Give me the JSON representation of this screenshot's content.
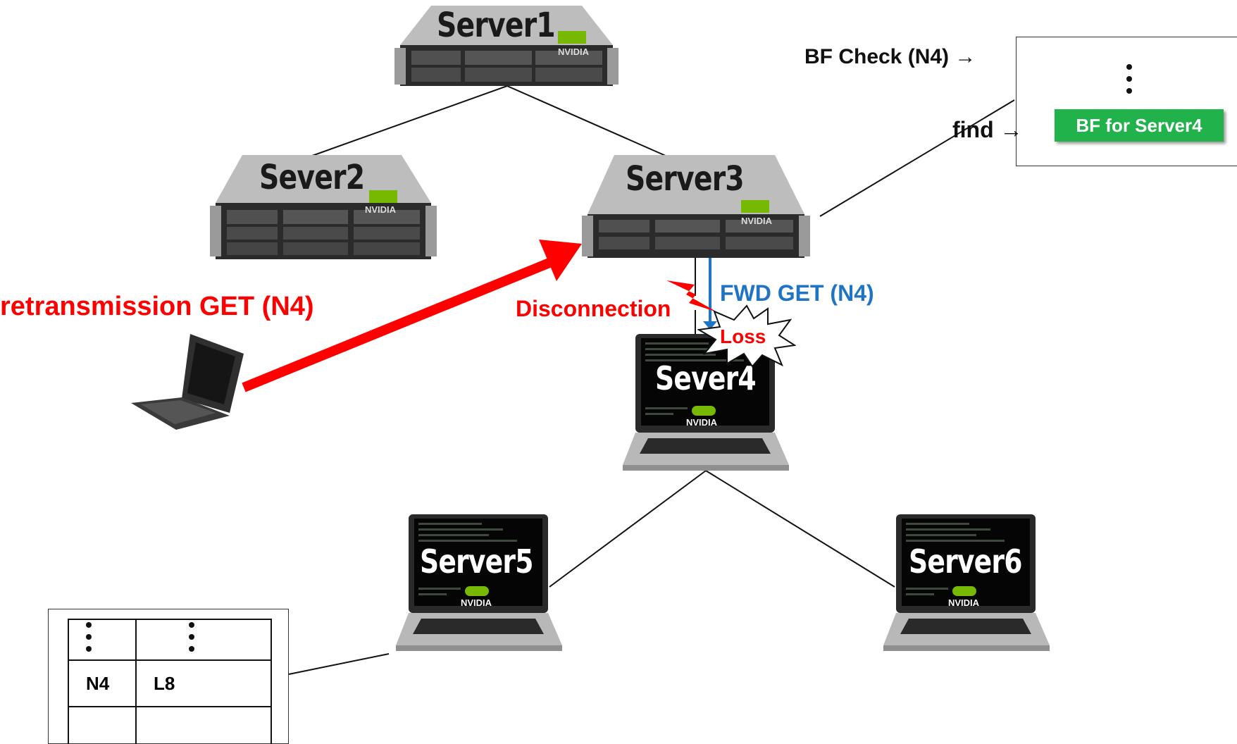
{
  "nodes": {
    "server1": "Server1",
    "server2": "Sever2",
    "server3": "Server3",
    "server4": "Sever4",
    "server5": "Server5",
    "server6": "Server6",
    "brand": "NVIDIA"
  },
  "labels": {
    "bf_check": "BF Check (N4) →",
    "find": "find →",
    "bf_entry": "BF for Server4",
    "retransmission": "retransmission GET (N4)",
    "disconnection": "Disconnection",
    "fwd_get": "FWD GET (N4)",
    "loss": "Loss"
  },
  "table": {
    "rows": [
      [
        "⋮",
        "⋮"
      ],
      [
        "N4",
        "L8"
      ],
      [
        "",
        ""
      ]
    ]
  },
  "colors": {
    "alert_red": "#ff0000",
    "forward_blue": "#1f74c4",
    "bf_green": "#21b24b",
    "nvidia_green": "#76b900"
  }
}
